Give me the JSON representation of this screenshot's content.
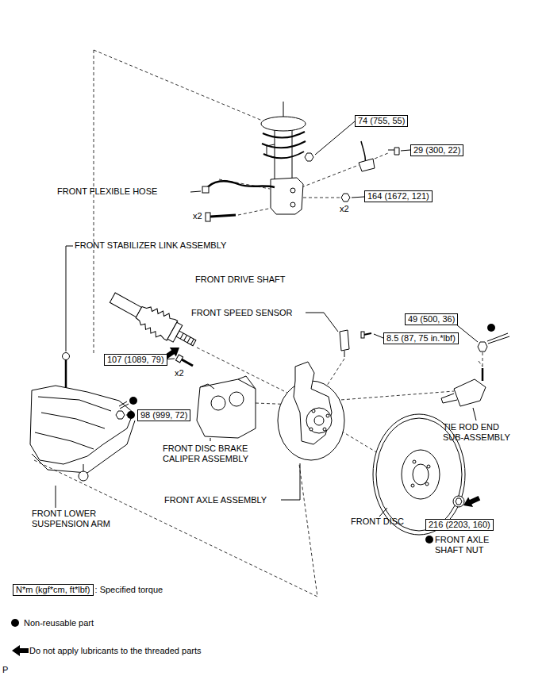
{
  "diagram": {
    "nodes": [
      {
        "text": [
          "74 (755, 55)"
        ]
      },
      {
        "text": [
          "29 (300, 22)"
        ]
      },
      {
        "text": [
          "164 (1672, 121)"
        ]
      },
      {
        "text": [
          "49 (500, 36)"
        ]
      },
      {
        "text": [
          "107 (1089, 79)"
        ]
      },
      {
        "text": [
          "8.5 (87, 75 in.*lbf)"
        ]
      },
      {
        "text": [
          "98 (999, 72)"
        ]
      },
      {
        "text": [
          "216 (2203, 160)"
        ]
      },
      {
        "text": [
          "N*m (kgf*cm, ft*lbf)"
        ]
      }
    ],
    "labels": [
      "FRONT FLEXIBLE HOSE",
      "x2",
      "x2",
      "FRONT STABILIZER LINK ASSEMBLY",
      "FRONT DRIVE SHAFT",
      "FRONT SPEED SENSOR",
      "x2",
      "TIE ROD END SUB-ASSEMBLY",
      "FRONT DISC BRAKE CALIPER ASSEMBLY",
      "FRONT AXLE ASSEMBLY",
      "FRONT LOWER SUSPENSION ARM",
      "FRONT DISC",
      "FRONT AXLE SHAFT NUT",
      "P"
    ],
    "legend": [
      {
        "text": ": Specified torque"
      },
      {
        "text": "Non-reusable part"
      },
      {
        "text": "Do not apply lubricants to the threaded parts"
      }
    ]
  }
}
